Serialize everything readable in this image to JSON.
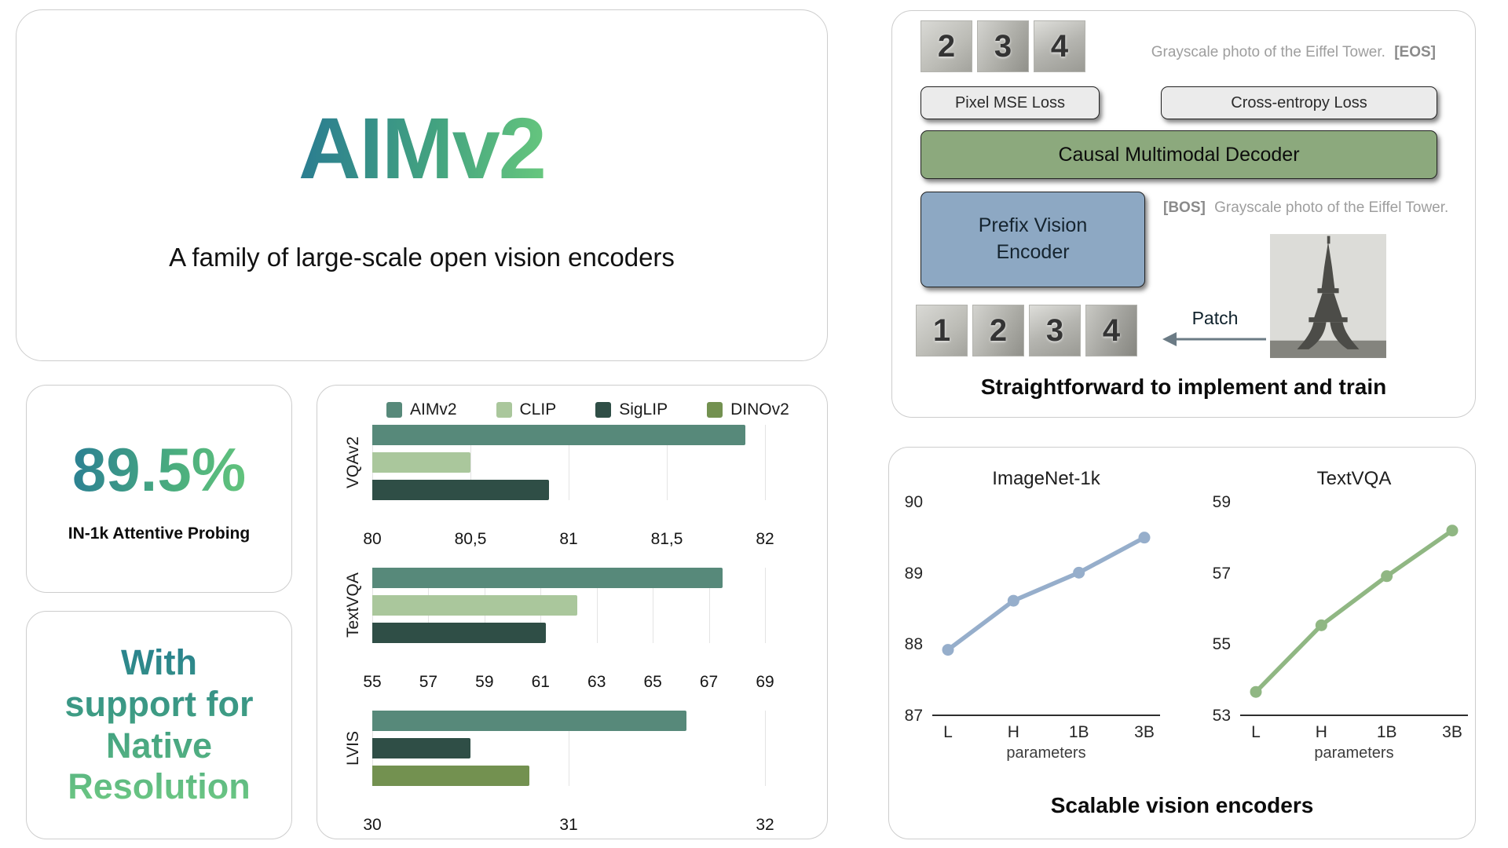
{
  "hero": {
    "title": "AIMv2",
    "subtitle": "A family of large-scale open vision encoders"
  },
  "stat": {
    "value": "89.5%",
    "label": "IN-1k Attentive Probing"
  },
  "native": {
    "lines": [
      "With",
      "support for",
      "Native",
      "Resolution"
    ]
  },
  "colors": {
    "gradient_teal": "#2a7c91",
    "gradient_green": "#66c67e",
    "aimv2": "#57897a",
    "clip": "#aac79c",
    "siglip": "#2f4e46",
    "dinov2": "#739150",
    "imagenet_line": "#96aecb",
    "textvqa_line": "#90b783",
    "decoder_box": "#8ca97d",
    "encoder_box": "#8da8c3",
    "loss_box": "#ebebeb"
  },
  "bar_legend": [
    {
      "label": "AIMv2",
      "color": "#57897a"
    },
    {
      "label": "CLIP",
      "color": "#aac79c"
    },
    {
      "label": "SigLIP",
      "color": "#2f4e46"
    },
    {
      "label": "DINOv2",
      "color": "#739150"
    }
  ],
  "diagram": {
    "caption": "Straightforward to implement and train",
    "top_patches": [
      "2",
      "3",
      "4"
    ],
    "eos_text": "Grayscale photo of the Eiffel Tower.",
    "eos_token": "[EOS]",
    "pixel_loss_label": "Pixel MSE Loss",
    "cross_entropy_label": "Cross-entropy Loss",
    "decoder_label": "Causal Multimodal Decoder",
    "encoder_label": "Prefix Vision Encoder",
    "bos_token": "[BOS]",
    "bos_text": "Grayscale photo of the Eiffel Tower.",
    "bottom_patches": [
      "1",
      "2",
      "3",
      "4"
    ],
    "patch_arrow_label": "Patch"
  },
  "scalable": {
    "caption": "Scalable vision encoders"
  },
  "chart_data": [
    {
      "type": "bar",
      "title": "VQAv2",
      "orientation": "horizontal",
      "xlim": [
        80,
        82
      ],
      "ticks": [
        80,
        80.5,
        81,
        81.5,
        82
      ],
      "tick_labels": [
        "80",
        "80,5",
        "81",
        "81,5",
        "82"
      ],
      "series": [
        {
          "name": "AIMv2",
          "value": 81.9,
          "color": "#57897a"
        },
        {
          "name": "CLIP",
          "value": 80.5,
          "color": "#aac79c"
        },
        {
          "name": "SigLIP",
          "value": 80.9,
          "color": "#2f4e46"
        }
      ]
    },
    {
      "type": "bar",
      "title": "TextVQA",
      "orientation": "horizontal",
      "xlim": [
        55,
        69
      ],
      "ticks": [
        55,
        57,
        59,
        61,
        63,
        65,
        67,
        69
      ],
      "tick_labels": [
        "55",
        "57",
        "59",
        "61",
        "63",
        "65",
        "67",
        "69"
      ],
      "series": [
        {
          "name": "AIMv2",
          "value": 67.5,
          "color": "#57897a"
        },
        {
          "name": "CLIP",
          "value": 62.3,
          "color": "#aac79c"
        },
        {
          "name": "SigLIP",
          "value": 61.2,
          "color": "#2f4e46"
        }
      ]
    },
    {
      "type": "bar",
      "title": "LVIS",
      "orientation": "horizontal",
      "xlim": [
        30,
        32
      ],
      "ticks": [
        30,
        31,
        32
      ],
      "tick_labels": [
        "30",
        "31",
        "32"
      ],
      "series": [
        {
          "name": "AIMv2",
          "value": 31.6,
          "color": "#57897a"
        },
        {
          "name": "SigLIP",
          "value": 30.5,
          "color": "#2f4e46"
        },
        {
          "name": "DINOv2",
          "value": 30.8,
          "color": "#739150"
        }
      ]
    },
    {
      "type": "line",
      "title": "ImageNet-1k",
      "x": [
        "L",
        "H",
        "1B",
        "3B"
      ],
      "values": [
        87.9,
        88.6,
        89.0,
        89.5
      ],
      "ylim": [
        87,
        90
      ],
      "yticks": [
        87,
        88,
        89,
        90
      ],
      "color": "#96aecb",
      "xlabel": "parameters"
    },
    {
      "type": "line",
      "title": "TextVQA",
      "x": [
        "L",
        "H",
        "1B",
        "3B"
      ],
      "values": [
        53.6,
        55.5,
        56.9,
        58.2
      ],
      "ylim": [
        53,
        59
      ],
      "yticks": [
        53,
        55,
        57,
        59
      ],
      "color": "#90b783",
      "xlabel": "parameters"
    }
  ]
}
